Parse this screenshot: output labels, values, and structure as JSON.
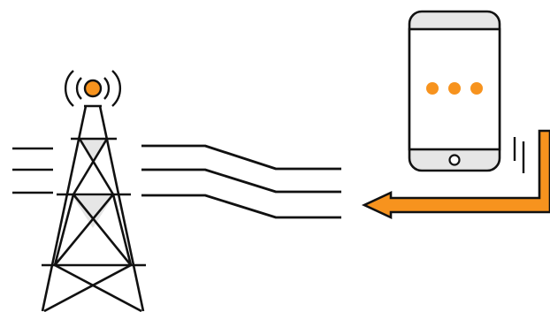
{
  "colors": {
    "accent": "#F7931E",
    "stroke": "#111111",
    "fill_gray": "#E6E6E6",
    "background": "#FFFFFF"
  },
  "illustration": {
    "tower": {
      "icon": "transmission-tower-icon",
      "signal_icon": "broadcast-signal-icon"
    },
    "phone": {
      "icon": "smartphone-icon",
      "screen_indicator": "typing-dots-icon",
      "dot_count": 3
    },
    "arrow": {
      "icon": "left-arrow-icon",
      "direction": "left"
    },
    "power_lines": {
      "count": 3
    },
    "vibration_icon": "vibration-icon"
  }
}
